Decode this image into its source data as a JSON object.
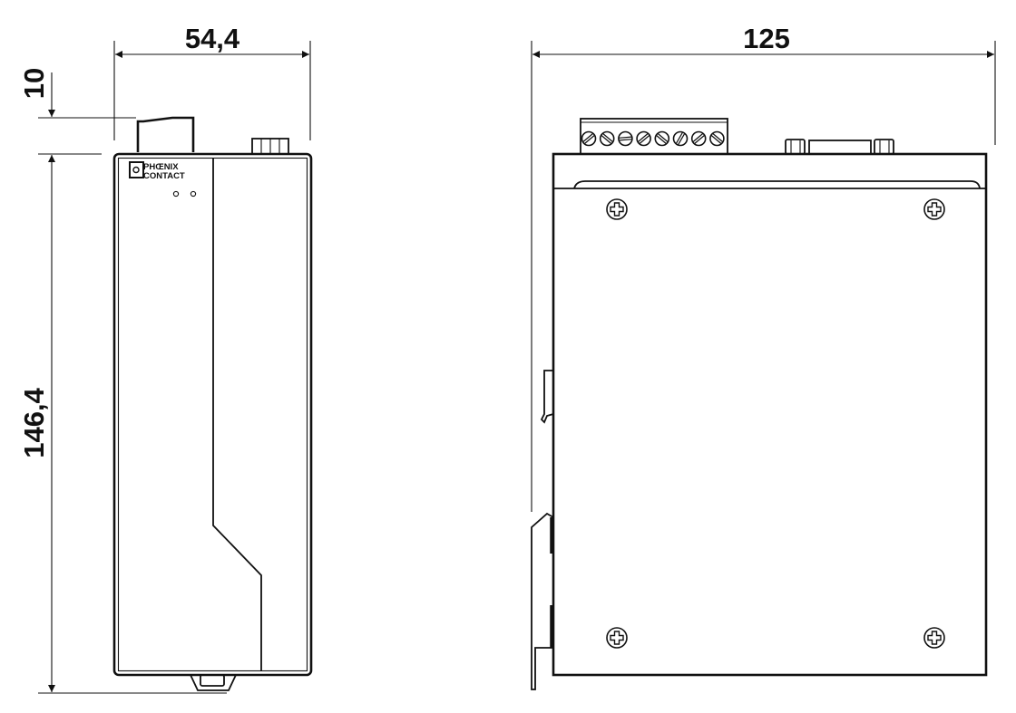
{
  "drawing": {
    "dimensions": {
      "width_front": "54,4",
      "connector_height": "10",
      "height": "146,4",
      "depth": "125"
    },
    "logo": {
      "line1": "PHŒNIX",
      "line2": "CONTACT"
    },
    "colors": {
      "line": "#111111",
      "background": "#ffffff"
    }
  }
}
